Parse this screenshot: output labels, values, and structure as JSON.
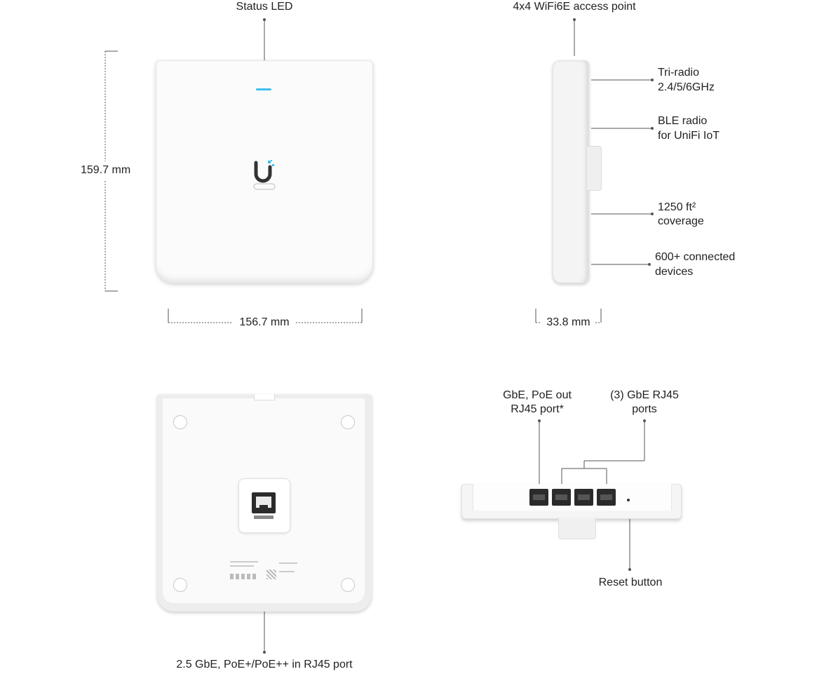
{
  "front_view": {
    "status_led": "Status LED",
    "height_dim": "159.7 mm",
    "width_dim": "156.7  mm"
  },
  "side_view": {
    "title": "4x4 WiFi6E access point",
    "tri_radio_1": "Tri-radio",
    "tri_radio_2": "2.4/5/6GHz",
    "ble_1": "BLE radio",
    "ble_2": "for UniFi IoT",
    "coverage_1": "1250 ft²",
    "coverage_2": "coverage",
    "devices_1": "600+ connected",
    "devices_2": "devices",
    "depth_dim": "33.8 mm"
  },
  "back_view": {
    "uplink_port": "2.5 GbE, PoE+/PoE++ in RJ45 port"
  },
  "bottom_view": {
    "poe_out_1": "GbE, PoE out",
    "poe_out_2": "RJ45 port*",
    "gbe_ports_1": "(3) GbE RJ45",
    "gbe_ports_2": "ports",
    "reset": "Reset button"
  },
  "colors": {
    "led": "#3ec0ee",
    "line": "#555555",
    "device_white": "#fbfbfb"
  }
}
